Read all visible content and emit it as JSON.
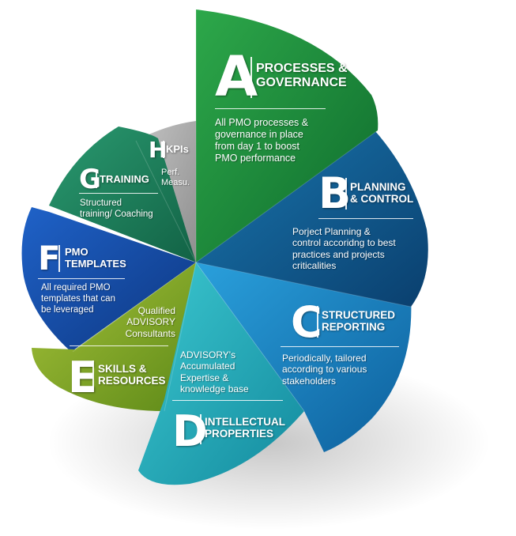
{
  "segments": [
    {
      "id": "A",
      "letter": "A",
      "title_lines": [
        "PROCESSES &",
        "GOVERNANCE"
      ],
      "description_lines": [
        "All PMO processes &",
        "governance in place",
        "from day 1 to boost",
        "PMO performance"
      ],
      "color": "#1f8a3c"
    },
    {
      "id": "B",
      "letter": "B",
      "title_lines": [
        "PLANNING",
        "& CONTROL"
      ],
      "description_lines": [
        "Porject Planning &",
        "control accoridng to best",
        "practices and projects",
        "criticalities"
      ],
      "color": "#0f5f92"
    },
    {
      "id": "C",
      "letter": "C",
      "title_lines": [
        "STRUCTURED",
        "REPORTING"
      ],
      "description_lines": [
        "Periodically, tailored",
        "according to various",
        "stakeholders"
      ],
      "color": "#1688c8"
    },
    {
      "id": "D",
      "letter": "D",
      "title_lines": [
        "INTELLECTUAL",
        "PROPERTIES"
      ],
      "description_lines": [
        "ADVISORY's",
        "Accumulated",
        "Expertise &",
        "knowledge base"
      ],
      "color": "#21b0c0"
    },
    {
      "id": "E",
      "letter": "E",
      "title_lines": [
        "SKILLS &",
        "RESOURCES"
      ],
      "description_lines": [
        "Qualified",
        "ADVISORY",
        "Consultants"
      ],
      "color": "#86a82a"
    },
    {
      "id": "F",
      "letter": "F",
      "title_lines": [
        "PMO",
        "TEMPLATES"
      ],
      "description_lines": [
        "All required PMO",
        "templates that can",
        "be leveraged"
      ],
      "color": "#1450aa"
    },
    {
      "id": "G",
      "letter": "G",
      "title_lines": [
        "TRAINING"
      ],
      "description_lines": [
        "Structured",
        "training/ Coaching"
      ],
      "color": "#1f7f5e"
    },
    {
      "id": "H",
      "letter": "H",
      "title_lines": [
        "KPIs"
      ],
      "description_lines": [
        "Perf.",
        "Measu."
      ],
      "color": "#a9a9a9"
    }
  ]
}
